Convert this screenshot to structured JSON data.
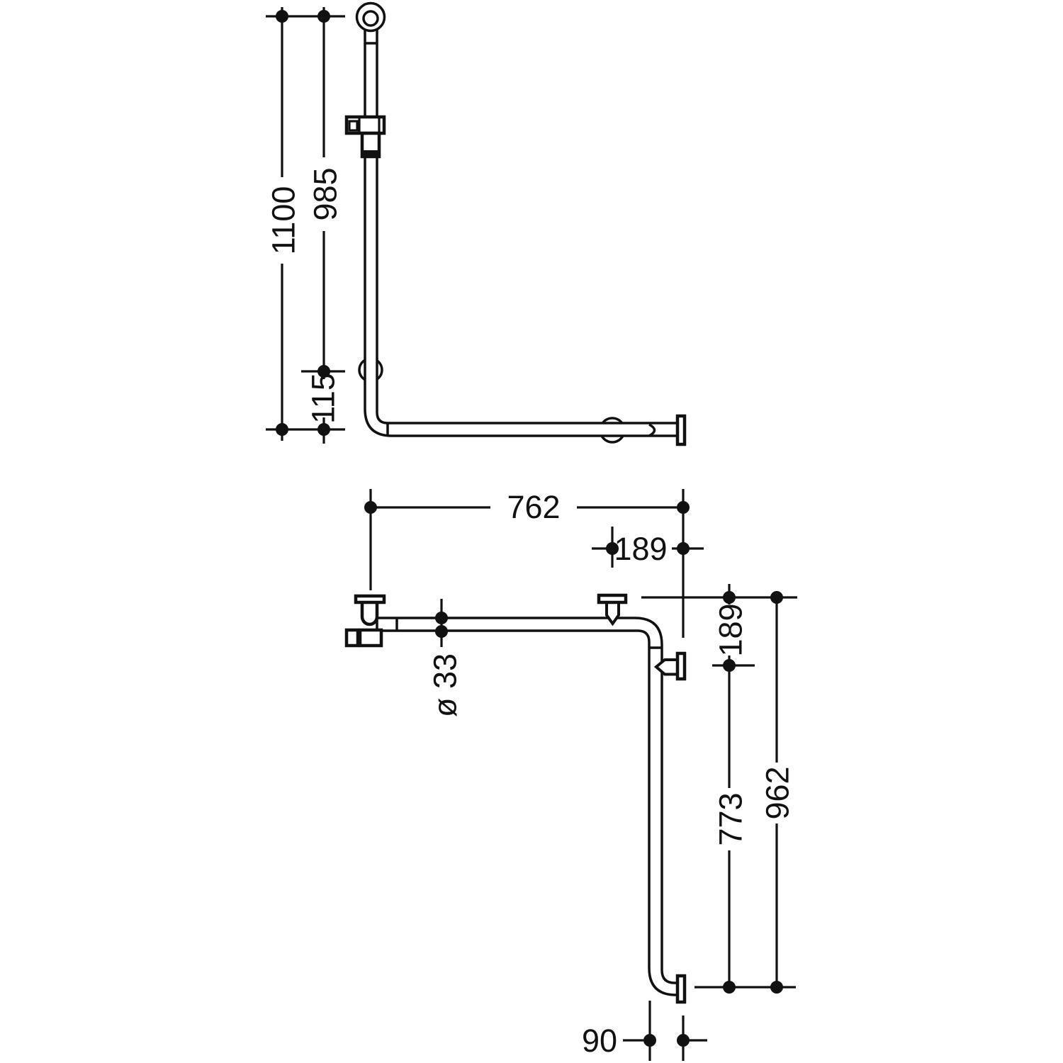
{
  "meta": {
    "ink_color": "#111111",
    "background_color": "#ffffff"
  },
  "side_view": {
    "dims": {
      "overall_height": "1100",
      "upper_height": "985",
      "lower_height": "115"
    }
  },
  "plan_view": {
    "dims": {
      "horizontal_span": "762",
      "top_corner_offset": "189",
      "tube_diameter": "ø 33",
      "side_corner_offset": "189",
      "side_mount_span": "773",
      "vertical_span": "962",
      "end_wall_offset": "90"
    }
  }
}
